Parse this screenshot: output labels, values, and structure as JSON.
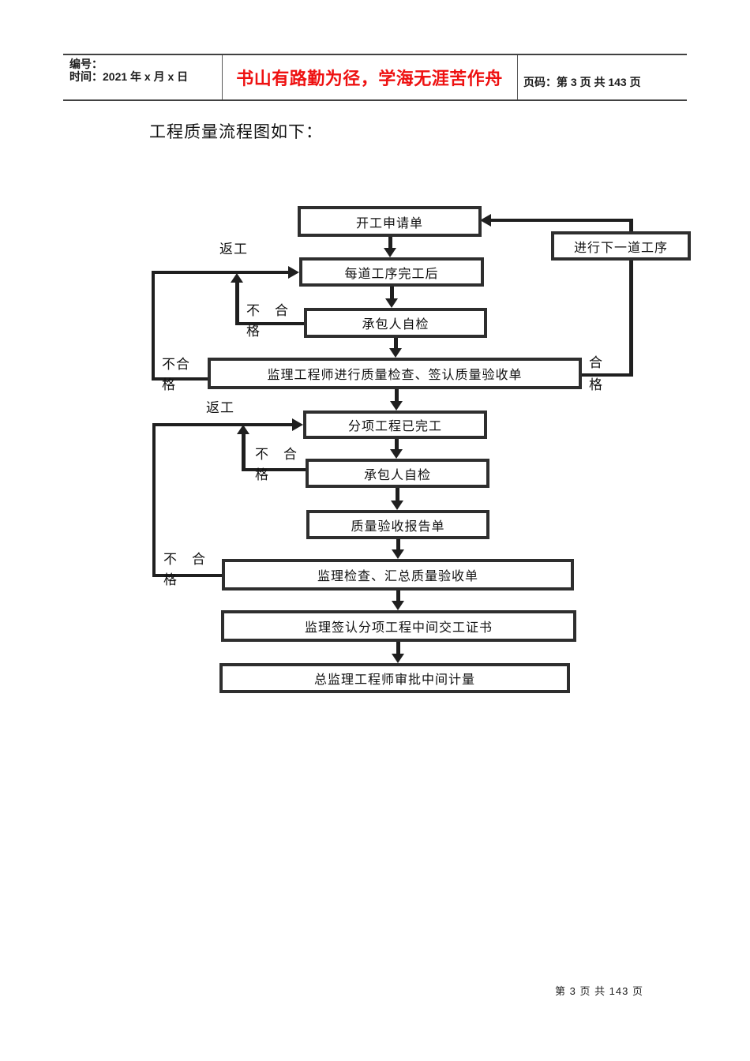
{
  "header": {
    "field_number": "编号：",
    "field_time": "时间：2021 年 x 月 x 日",
    "fields_combined": "编号：\n时间：2021 年 x 月 x 日",
    "motto": "书山有路勤为径，学海无涯苦作舟",
    "page_info": "页码：第 3 页 共 143 页"
  },
  "title": "工程质量流程图如下：",
  "flowchart": {
    "boxes": [
      {
        "label": "开工申请单"
      },
      {
        "label": "每道工序完工后"
      },
      {
        "label": "承包人自检"
      },
      {
        "label": "监理工程师进行质量检查、签认质量验收单"
      },
      {
        "label": "分项工程已完工"
      },
      {
        "label": "承包人自检"
      },
      {
        "label": "质量验收报告单"
      },
      {
        "label": "监理检查、汇总质量验收单"
      },
      {
        "label": "监理签认分项工程中间交工证书"
      },
      {
        "label": "总监理工程师审批中间计量"
      },
      {
        "label": "进行下一道工序"
      }
    ],
    "labels": {
      "rework1": "返工",
      "fail_outer1": "不合\n格",
      "fail_inner1": "不　合\n格",
      "rework2": "返工",
      "fail_outer2": "不　合\n格",
      "fail_inner2": "不　合\n格",
      "pass": "合\n格"
    },
    "colors": {
      "line": "#1f1f1f",
      "box_border": "#2e2e2e",
      "motto_red": "#ee1111"
    }
  },
  "footer": {
    "page_info": "第 3 页 共 143 页"
  }
}
